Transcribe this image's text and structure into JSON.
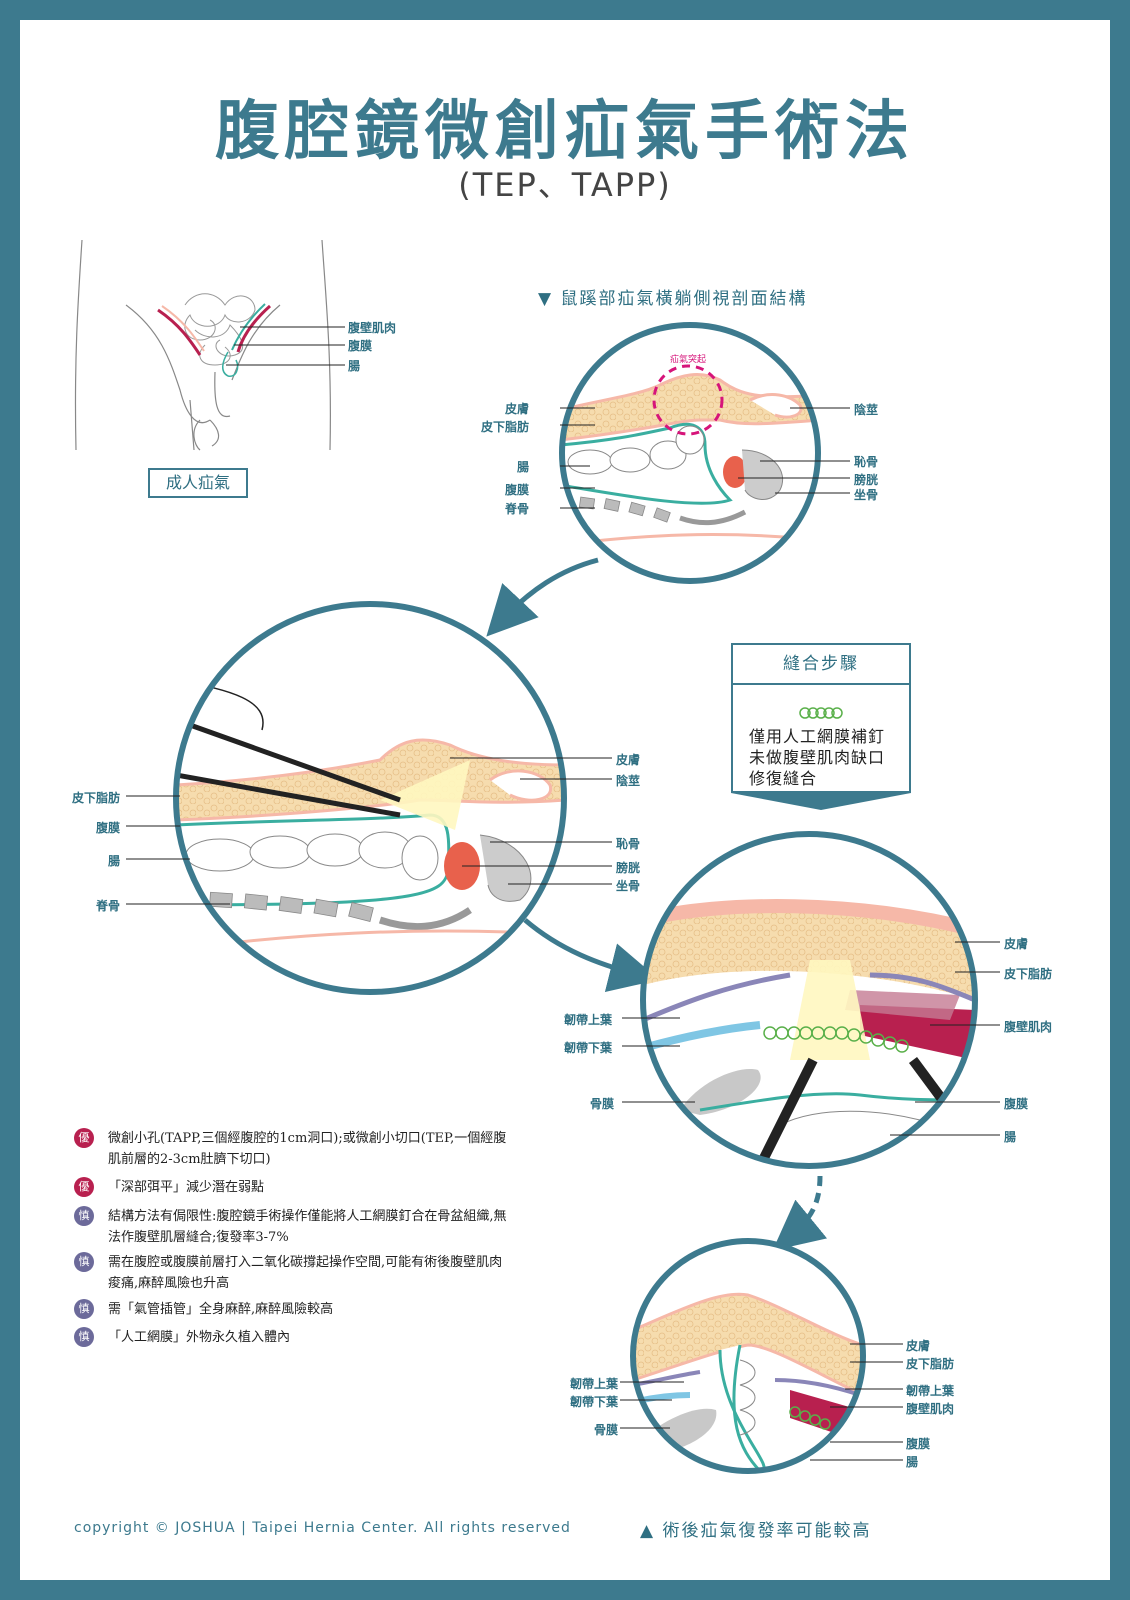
{
  "title": "腹腔鏡微創疝氣手術法",
  "subtitle": "(TEP、TAPP)",
  "adult_figure": {
    "labels": [
      "腹壁肌肉",
      "腹膜",
      "腸"
    ],
    "caption": "成人疝氣"
  },
  "cross_section": {
    "heading": "▼ 鼠蹊部疝氣橫躺側視剖面結構",
    "bulge_label": "疝氣突起",
    "labels_left": [
      "皮膚",
      "皮下脂肪",
      "腸",
      "腹膜",
      "脊骨"
    ],
    "labels_right": [
      "陰莖",
      "恥骨",
      "膀胱",
      "坐骨"
    ]
  },
  "surgery_view": {
    "labels_left": [
      "皮下脂肪",
      "腹膜",
      "腸",
      "脊骨"
    ],
    "labels_right": [
      "皮膚",
      "陰莖",
      "恥骨",
      "膀胱",
      "坐骨"
    ]
  },
  "suture": {
    "title": "縫合步驟",
    "lines": [
      "僅用人工網膜補釘",
      "未做腹壁肌肉缺口",
      "修復縫合"
    ]
  },
  "mesh_view": {
    "labels_left": [
      "韌帶上葉",
      "韌帶下葉",
      "骨膜"
    ],
    "labels_right": [
      "皮膚",
      "皮下脂肪",
      "腹壁肌肉",
      "腹膜",
      "腸"
    ]
  },
  "final_view": {
    "labels_left": [
      "韌帶上葉",
      "韌帶下葉",
      "骨膜"
    ],
    "labels_right": [
      "皮膚",
      "皮下脂肪",
      "韌帶上葉",
      "腹壁肌肉",
      "腹膜",
      "腸"
    ]
  },
  "notes": [
    {
      "badge": "優",
      "color": "#b8204f",
      "text": "微創小孔(TAPP,三個經腹腔的1cm洞口);或微創小切口(TEP,一個經腹肌前層的2-3cm肚臍下切口)"
    },
    {
      "badge": "優",
      "color": "#b8204f",
      "text": "「深部弭平」減少潛在弱點"
    },
    {
      "badge": "慎",
      "color": "#6c6a9a",
      "text": "結構方法有侷限性:腹腔鏡手術操作僅能將人工網膜釘合在骨盆組織,無法作腹壁肌層縫合;復發率3-7%"
    },
    {
      "badge": "慎",
      "color": "#6c6a9a",
      "text": "需在腹腔或腹膜前層打入二氧化碳撐起操作空間,可能有術後腹壁肌肉痠痛,麻醉風險也升高"
    },
    {
      "badge": "慎",
      "color": "#6c6a9a",
      "text": "需「氣管插管」全身麻醉,麻醉風險較高"
    },
    {
      "badge": "慎",
      "color": "#6c6a9a",
      "text": "「人工網膜」外物永久植入體內"
    }
  ],
  "copyright": "copyright © JOSHUA | Taipei Hernia Center. All rights reserved",
  "footer_note": "▲ 術後疝氣復發率可能較高",
  "colors": {
    "frame": "#3d7a8e",
    "skin": "#f6b8a8",
    "fat": "#f4d6a4",
    "peritoneum": "#3aaea0",
    "muscle": "#b8204f",
    "ligament_upper": "#8a86b8",
    "ligament_lower": "#7fc6e4",
    "bone": "#aaaaaa"
  }
}
